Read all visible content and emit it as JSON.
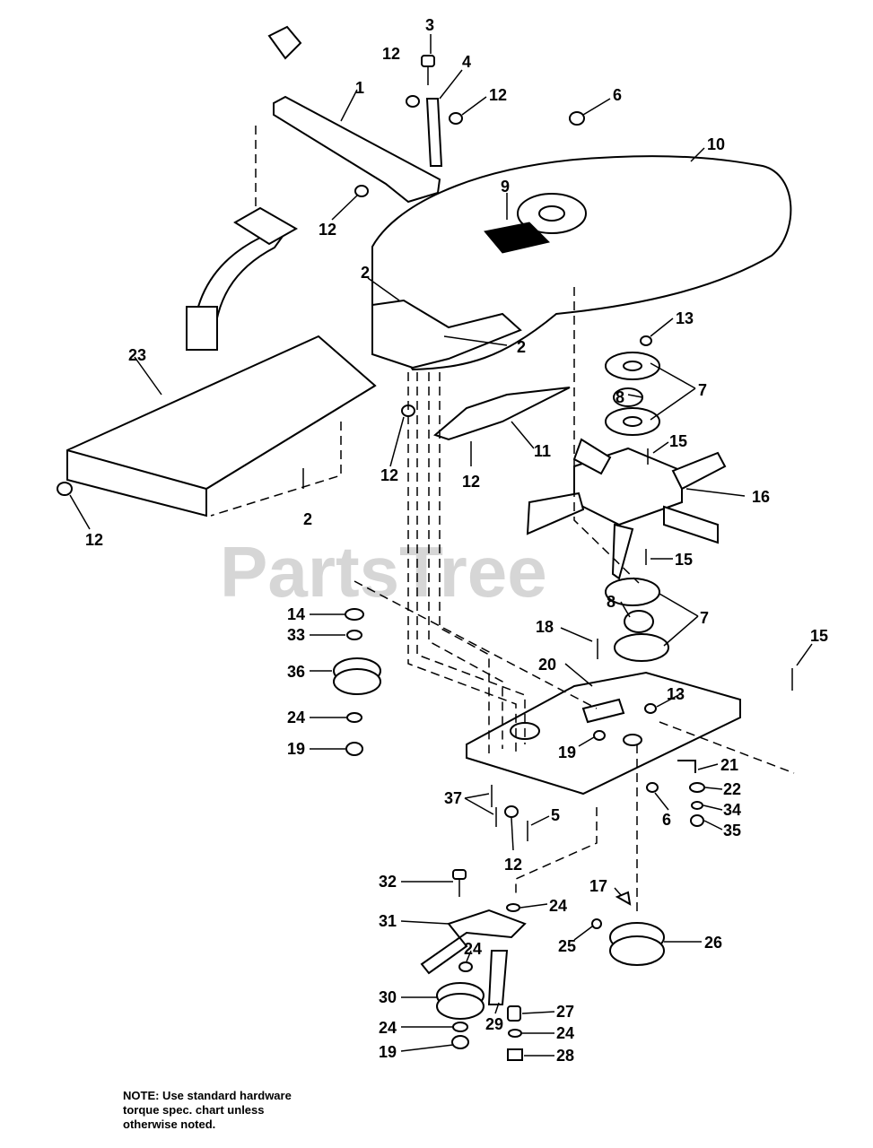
{
  "watermark": "PartsTree",
  "note_lines": [
    "NOTE: Use standard hardware",
    "torque spec. chart unless",
    "otherwise noted."
  ],
  "callout_labels": {
    "c1": "1",
    "c2a": "2",
    "c2b": "2",
    "c2c": "2",
    "c3": "3",
    "c4": "4",
    "c5": "5",
    "c6a": "6",
    "c6b": "6",
    "c7a": "7",
    "c7b": "7",
    "c8a": "8",
    "c8b": "8",
    "c9": "9",
    "c10": "10",
    "c11": "11",
    "c12a": "12",
    "c12b": "12",
    "c12c": "12",
    "c12d": "12",
    "c12e": "12",
    "c12f": "12",
    "c12g": "12",
    "c13a": "13",
    "c13b": "13",
    "c14": "14",
    "c15a": "15",
    "c15b": "15",
    "c15c": "15",
    "c16": "16",
    "c17": "17",
    "c18": "18",
    "c19a": "19",
    "c19b": "19",
    "c19c": "19",
    "c20": "20",
    "c21": "21",
    "c22": "22",
    "c23": "23",
    "c24a": "24",
    "c24b": "24",
    "c24c": "24",
    "c24d": "24",
    "c24e": "24",
    "c25": "25",
    "c26": "26",
    "c27": "27",
    "c28": "28",
    "c29": "29",
    "c30": "30",
    "c31": "31",
    "c32": "32",
    "c33": "33",
    "c34": "34",
    "c35": "35",
    "c36": "36",
    "c37": "37"
  }
}
